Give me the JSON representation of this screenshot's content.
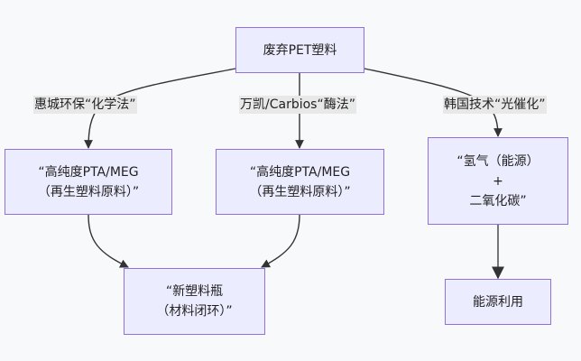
{
  "diagram": {
    "type": "flowchart",
    "colors": {
      "background": "#f8f9fb",
      "node_fill": "#ECECFF",
      "node_border": "#9370DB",
      "edge": "#333333",
      "edge_label_bg": "#e8e8e8"
    },
    "nodes": {
      "source": {
        "lines": [
          "废弃PET塑料"
        ]
      },
      "pta_huicheng": {
        "lines": [
          "“高纯度PTA/MEG",
          "（再生塑料原料）”"
        ]
      },
      "pta_carbios": {
        "lines": [
          "“高纯度PTA/MEG",
          "（再生塑料原料）”"
        ]
      },
      "hydrogen": {
        "lines": [
          "“氢气（能源）",
          "+",
          "二氧化碳”"
        ]
      },
      "new_bottle": {
        "lines": [
          "“新塑料瓶",
          "（材料闭环）”"
        ]
      },
      "energy_use": {
        "lines": [
          "能源利用"
        ]
      }
    },
    "edges": [
      {
        "from": "source",
        "to": "pta_huicheng",
        "label": "惠城环保“化学法”"
      },
      {
        "from": "source",
        "to": "pta_carbios",
        "label": "万凯/Carbios“酶法”"
      },
      {
        "from": "source",
        "to": "hydrogen",
        "label": "韩国技术“光催化”"
      },
      {
        "from": "pta_huicheng",
        "to": "new_bottle",
        "label": ""
      },
      {
        "from": "pta_carbios",
        "to": "new_bottle",
        "label": ""
      },
      {
        "from": "hydrogen",
        "to": "energy_use",
        "label": ""
      }
    ]
  }
}
